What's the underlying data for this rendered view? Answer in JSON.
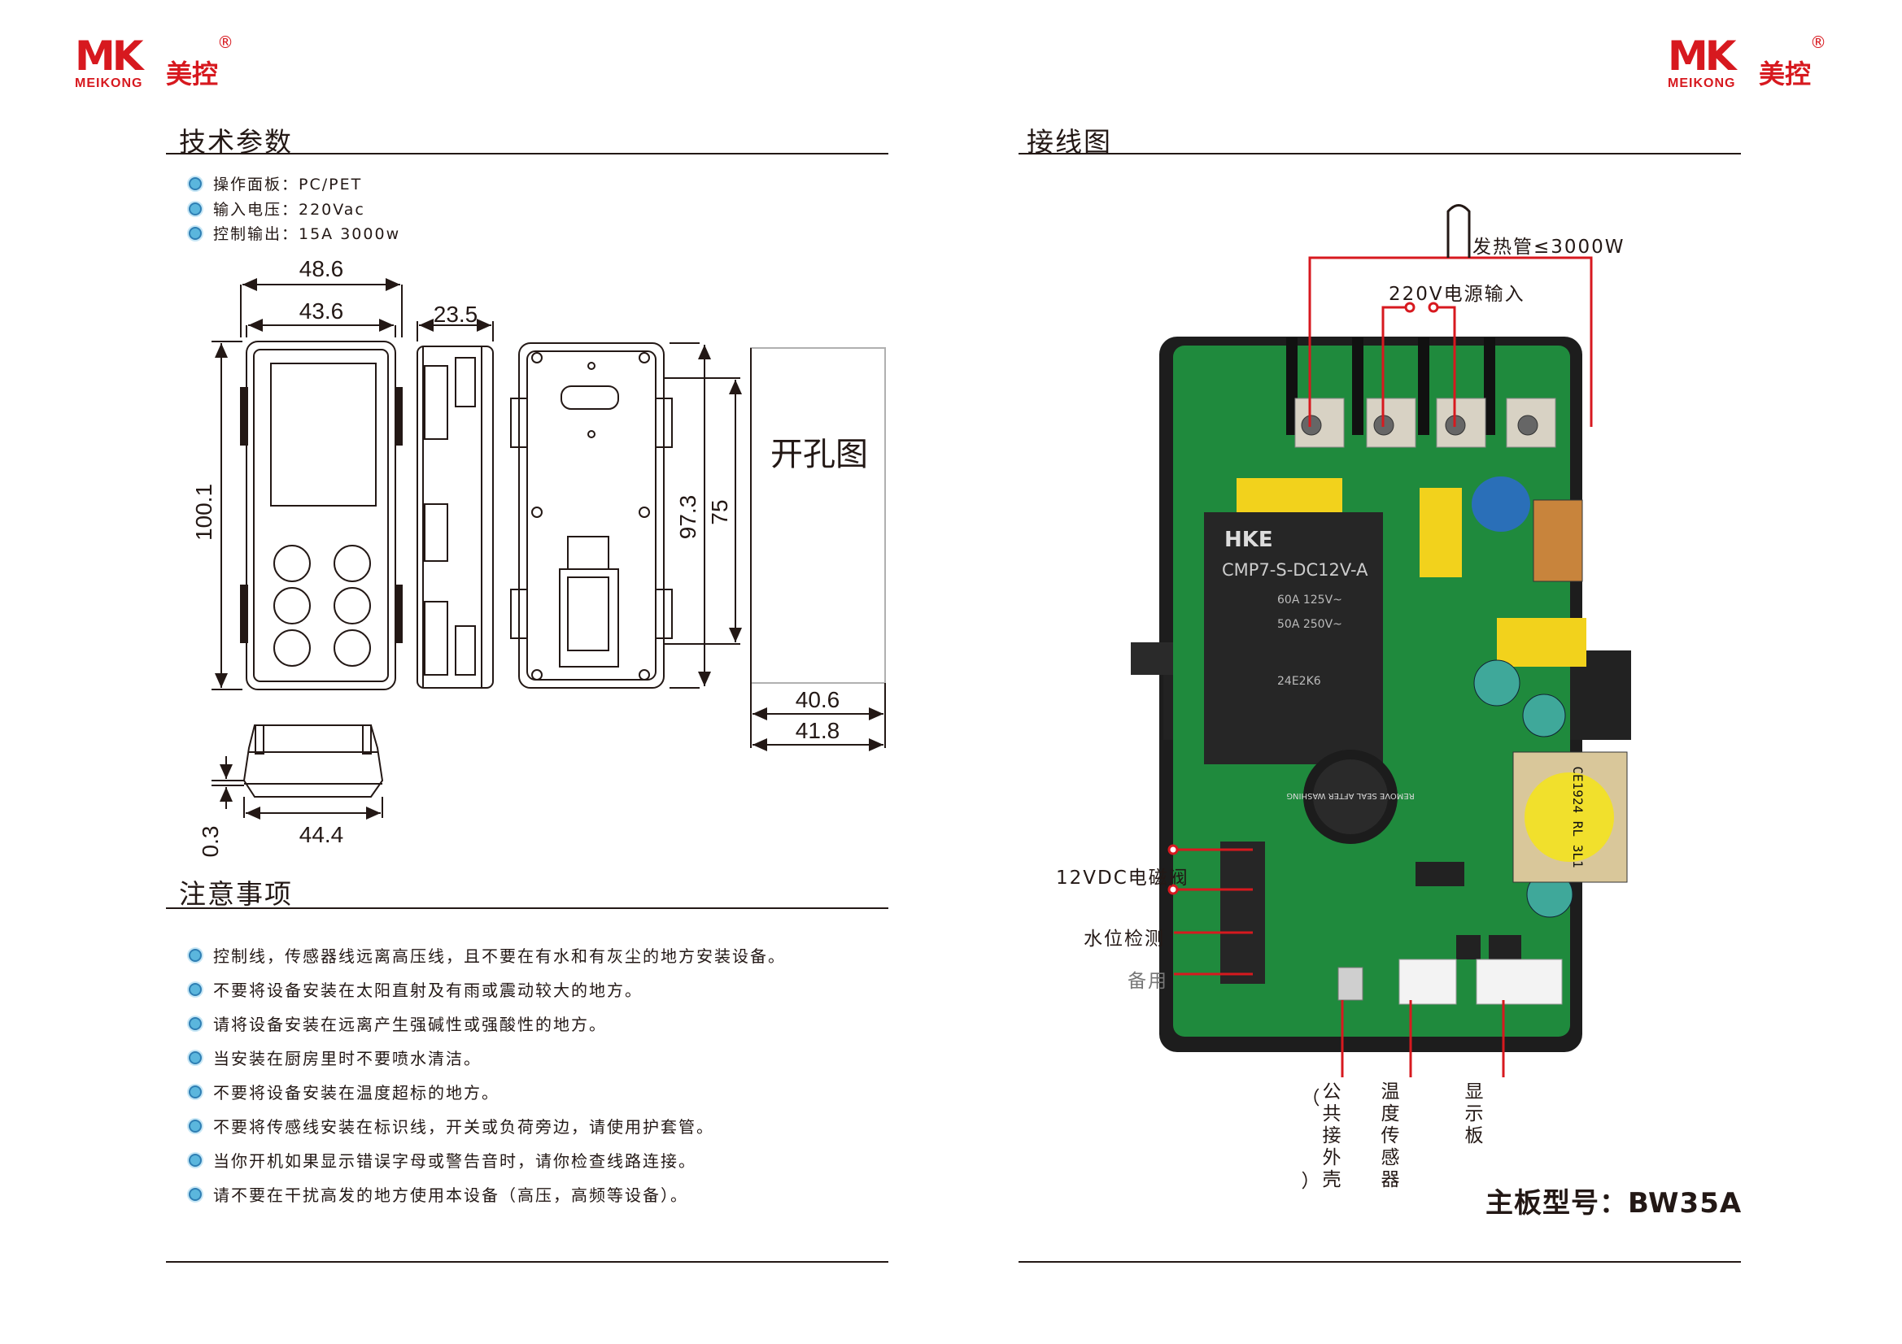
{
  "brand": {
    "logo_mark": "MK",
    "logo_sub": "MEIKONG",
    "logo_cn": "美控",
    "registered": "®",
    "brand_color": "#d7191f"
  },
  "left": {
    "specs_title": "技术参数",
    "specs": [
      "操作面板：PC/PET",
      "输入电压：220Vac",
      "控制输出：15A 3000w"
    ],
    "dimensions": {
      "front_width_outer": "48.6",
      "front_width_inner": "43.6",
      "side_depth": "23.5",
      "front_height": "100.1",
      "back_height_outer": "97.3",
      "back_height_inner": "75",
      "cutout_label": "开孔图",
      "cutout_width_inner": "40.6",
      "cutout_width_outer": "41.8",
      "bottom_width": "44.4",
      "bottom_offset": "0.3"
    },
    "notes_title": "注意事项",
    "notes": [
      "控制线，传感器线远离高压线，且不要在有水和有灰尘的地方安装设备。",
      "不要将设备安装在太阳直射及有雨或震动较大的地方。",
      "请将设备安装在远离产生强碱性或强酸性的地方。",
      "当安装在厨房里时不要喷水清洁。",
      "不要将设备安装在温度超标的地方。",
      "不要将传感线安装在标识线，开关或负荷旁边，请使用护套管。",
      "当你开机如果显示错误字母或警告音时，请你检查线路连接。",
      "请不要在干扰高发的地方使用本设备（高压，高频等设备）。"
    ]
  },
  "right": {
    "title": "接线图",
    "heater_label": "发热管≤3000W",
    "power_label": "220V电源输入",
    "valve_label": "12VDC电磁阀",
    "water_label": "水位检测",
    "spare_label": "备用",
    "common_label": "公共接外壳",
    "common_paren_open": "（",
    "common_paren_close": "）",
    "temp_label": "温度传感器",
    "display_label": "显示板",
    "model_label": "主板型号：BW35A",
    "relay_brand": "HKE",
    "relay_model": "CMP7-S-DC12V-A",
    "relay_rating1": "60A 125V~",
    "relay_rating2": "50A 250V~",
    "relay_code": "24E2K6",
    "buzzer_text": "REMOVE SEAL AFTER WASHING",
    "inductor_text": "CE1924 RL 3L1",
    "line_color": "#d7191f",
    "pcb_color": "#1f8a3d"
  }
}
